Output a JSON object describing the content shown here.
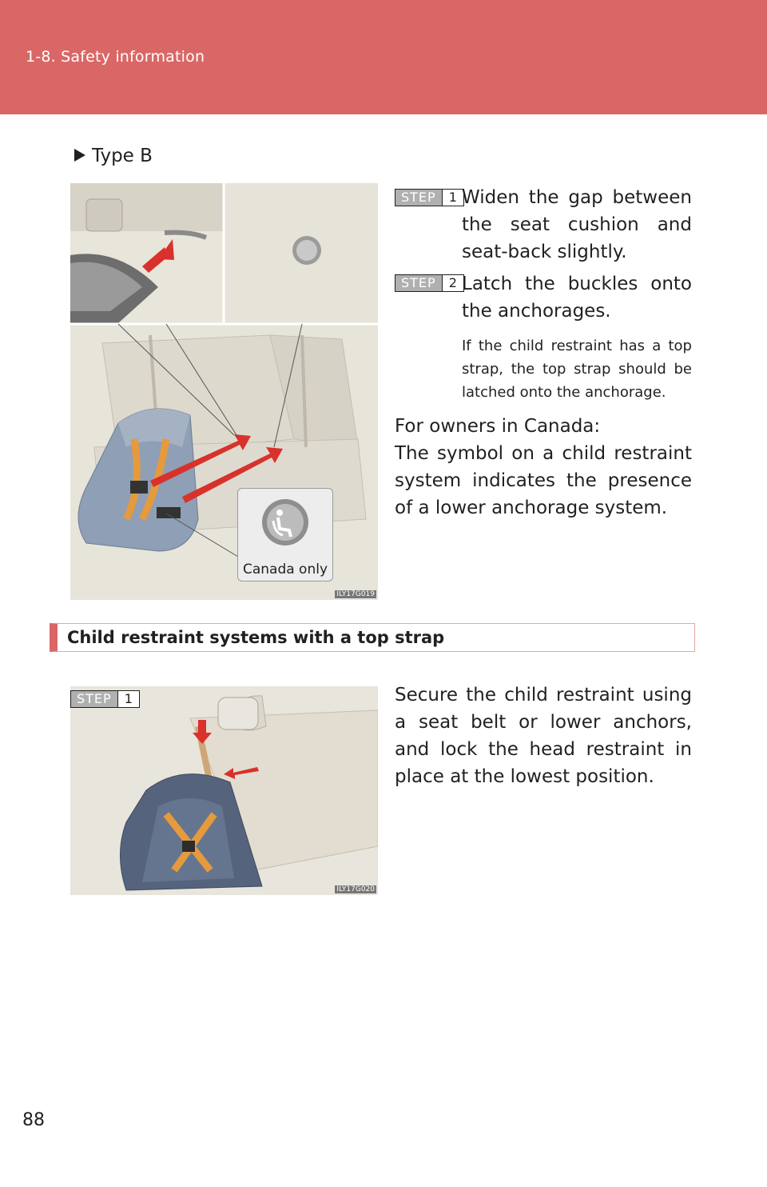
{
  "header": {
    "section": "1-8. Safety information"
  },
  "type_heading": "Type B",
  "steps_a": [
    {
      "label": "STEP",
      "num": "1",
      "text": "Widen the gap between the seat cushion and seat-back slightly."
    },
    {
      "label": "STEP",
      "num": "2",
      "text": "Latch the buckles onto the anchorages."
    }
  ],
  "note": "If the child restraint has a top strap, the top strap should be latched onto the anchorage.",
  "canada_heading": "For owners in Canada:",
  "canada_text": "The symbol on a child restraint system indicates the presence of a lower anchorage system.",
  "figure1": {
    "callout": "Canada only",
    "code": "ILY17G019"
  },
  "subsection_title": "Child restraint systems with a top strap",
  "steps_b": [
    {
      "label": "STEP",
      "num": "1",
      "text": "Secure the child restraint using a seat belt or lower anchors, and lock the head restraint in place at the lowest position."
    }
  ],
  "figure2": {
    "code": "ILY17G020"
  },
  "page_number": "88",
  "colors": {
    "accent": "#d96766",
    "step_gray": "#b0b0b0",
    "arrow": "#d9312c"
  }
}
